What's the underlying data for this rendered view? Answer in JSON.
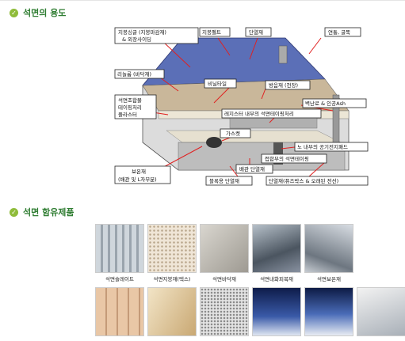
{
  "section1": {
    "title": "석면의 용도"
  },
  "section2": {
    "title": "석면 함유제품"
  },
  "diagram": {
    "labels": {
      "roofing": "지붕싱글 (지붕마감재)\n& 외장사이딩",
      "roof_felt": "지붕펠트",
      "insulation": "단열재",
      "chimney": "연통, 굴뚝",
      "linoleum": "리놀륨 (바닥재)",
      "vinyl_tile": "비닐타일",
      "fireproof": "방음재 (천장)",
      "plaster": "석면조합물\n테이핑처리\n플라스터",
      "wall_ash": "벽난로 & 인공Ash",
      "register": "레지스터 내부의 석면테이핑처리",
      "gasket": "가스켓",
      "furnace": "노 내부의 공기전지패드",
      "joint": "접합부의 석면테이핑",
      "pipe_insul": "배관 단열재",
      "boiler_cover": "보온재\n(배관 및 L자부분)",
      "block_insul": "블록용 단열재",
      "fuse_box": "단열재(퓨즈박스 & 오래된 전선)"
    }
  },
  "products": {
    "row1": [
      "석면슬레이트",
      "석면지붕재(텍스)",
      "석면바닥재",
      "석면내화피복재",
      "석면보온재"
    ]
  }
}
